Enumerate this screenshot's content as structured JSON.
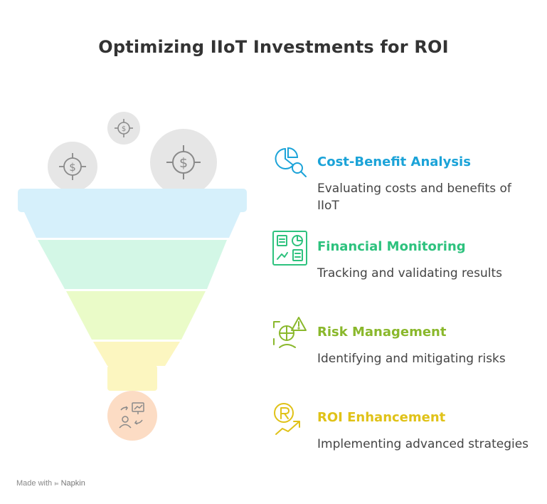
{
  "title": "Optimizing IIoT Investments for ROI",
  "colors": {
    "stage1": "#d6f0fb",
    "stage2": "#d3f7e6",
    "stage3": "#eafbc8",
    "stage4": "#fcf6c0",
    "output": "#fcdcc4",
    "coin": "#e6e6e6",
    "heading1": "#1ba3d8",
    "heading2": "#2ec27e",
    "heading3": "#8ab82c",
    "heading4": "#e0c218"
  },
  "steps": [
    {
      "heading": "Cost-Benefit Analysis",
      "description": "Evaluating costs and benefits of IIoT",
      "icon": "pie-chart-magnifier-icon"
    },
    {
      "heading": "Financial Monitoring",
      "description": "Tracking and validating results",
      "icon": "dashboard-icon"
    },
    {
      "heading": "Risk Management",
      "description": "Identifying and mitigating risks",
      "icon": "risk-warning-icon"
    },
    {
      "heading": "ROI Enhancement",
      "description": "Implementing advanced strategies",
      "icon": "roi-growth-icon"
    }
  ],
  "footer": {
    "prefix": "Made with",
    "brand": "Napkin"
  }
}
